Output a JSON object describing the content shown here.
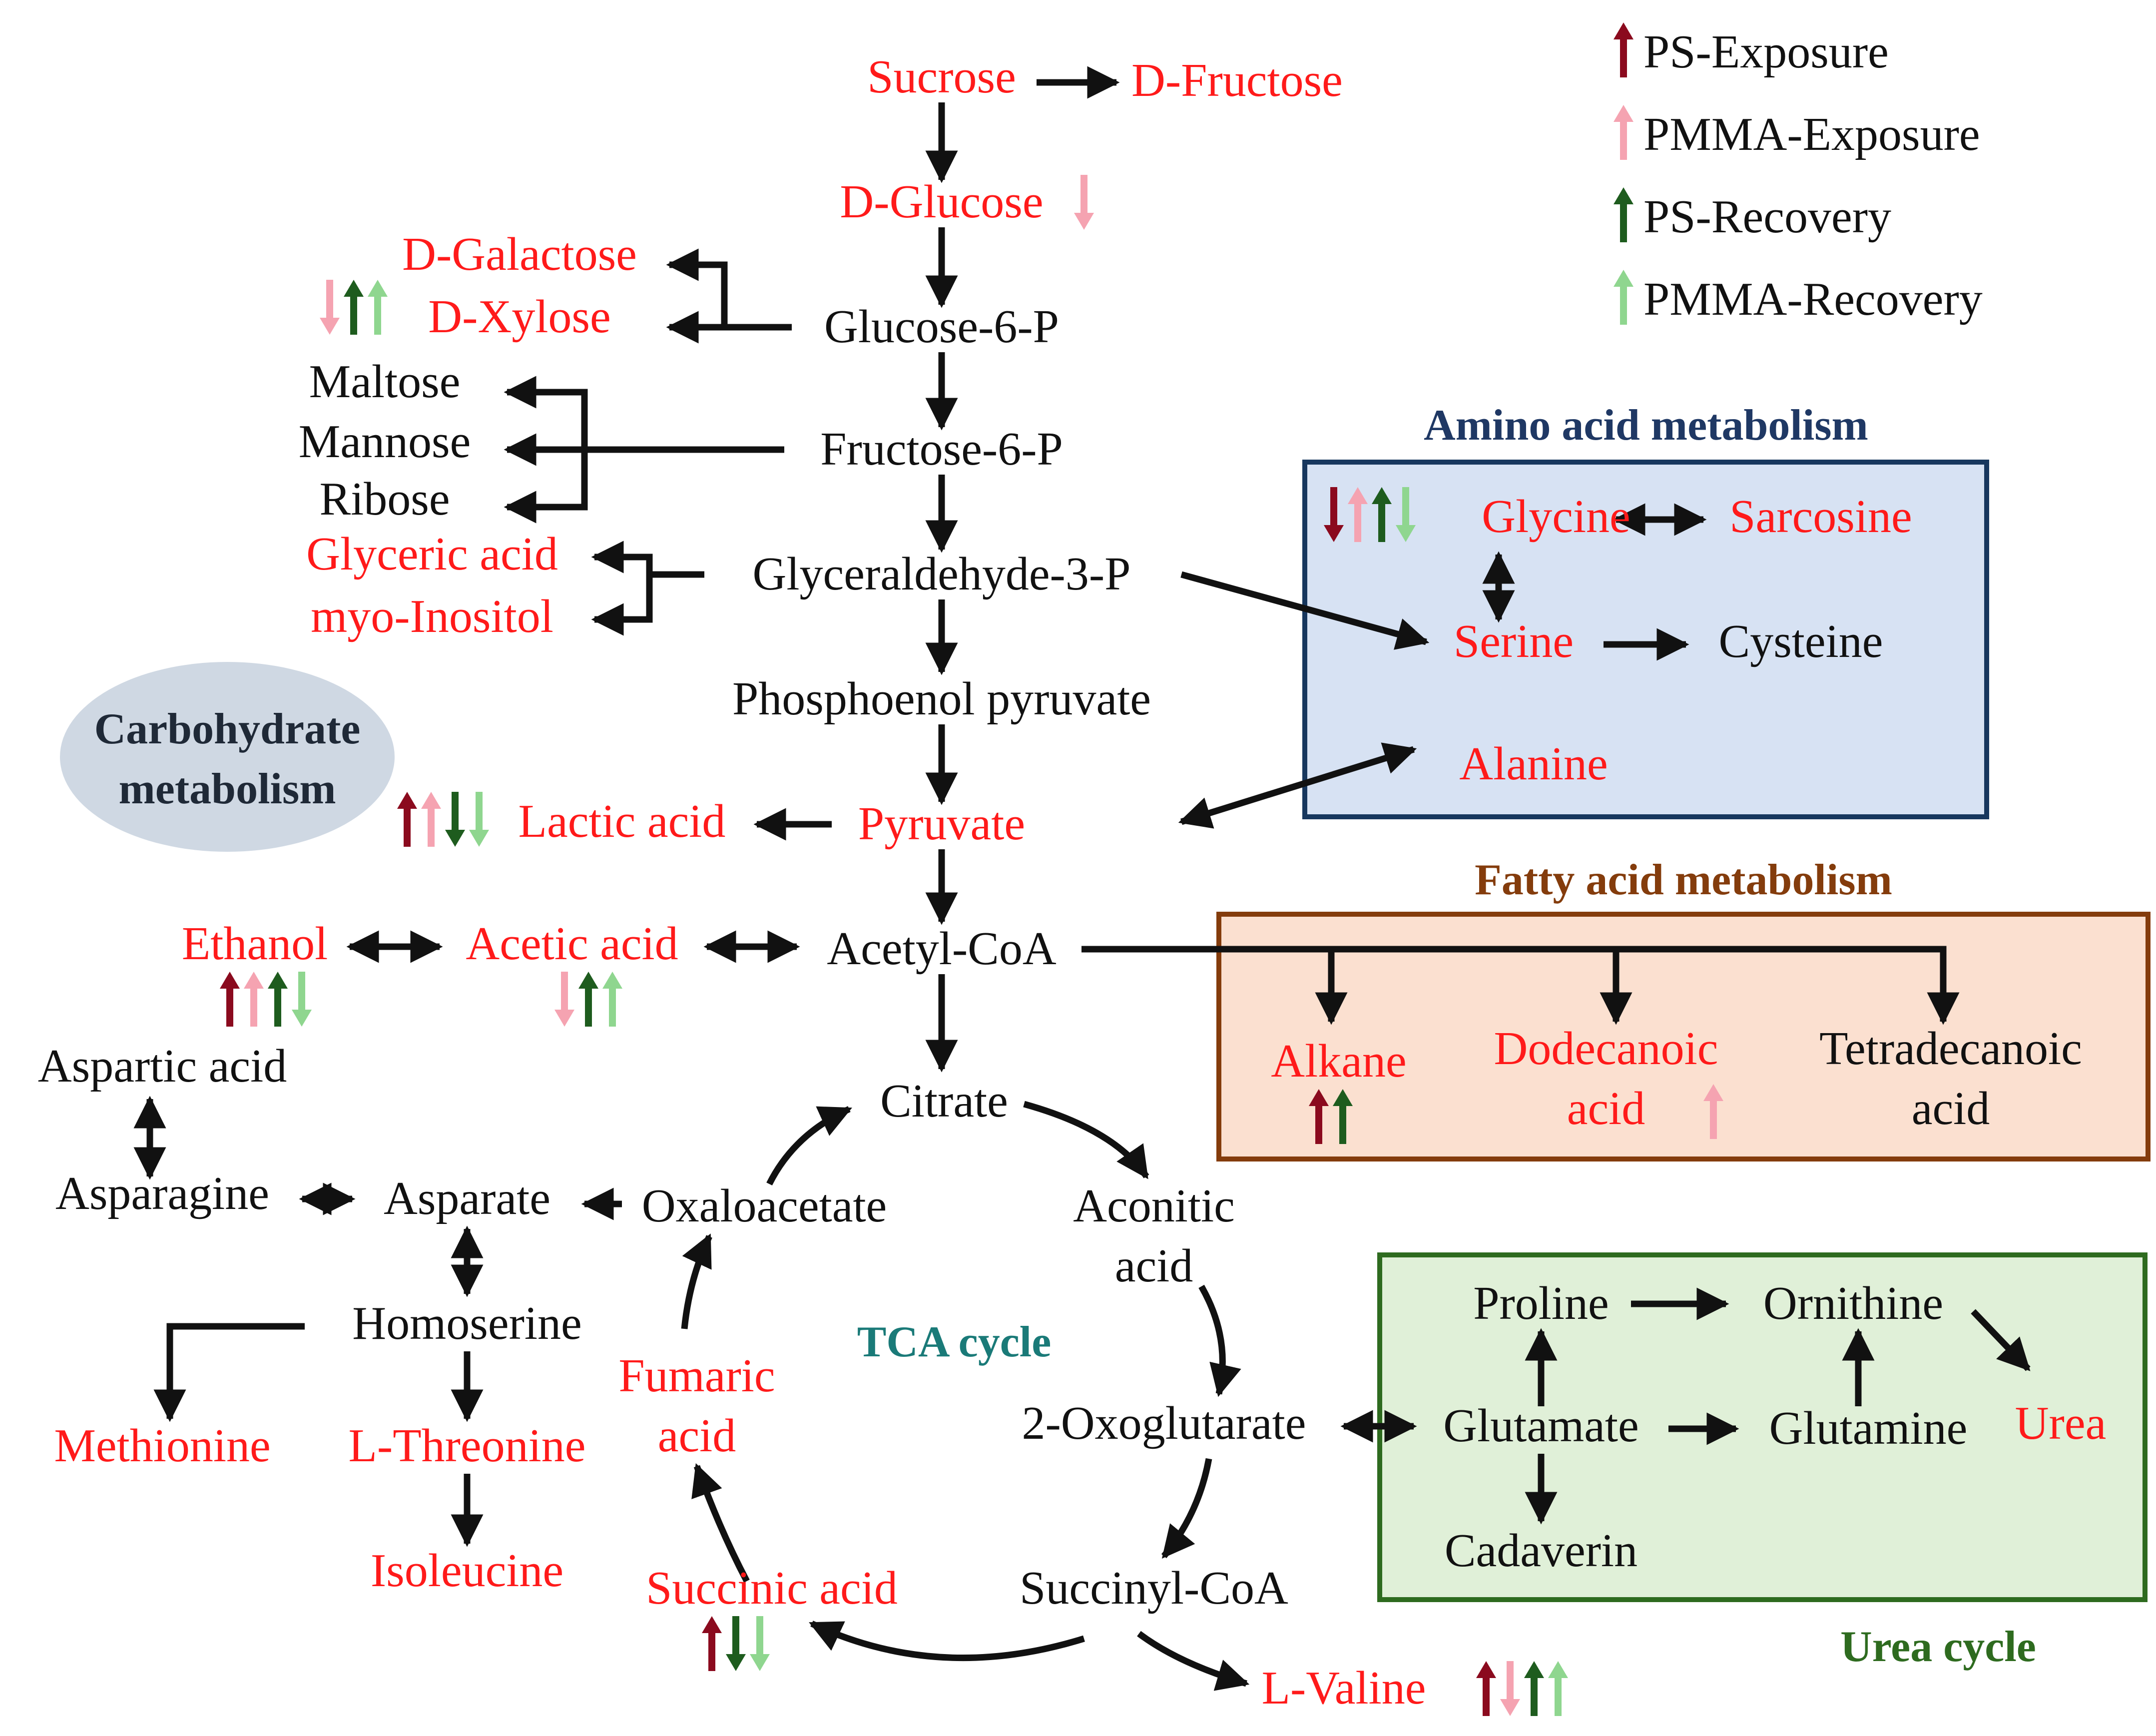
{
  "colors": {
    "ps_exposure": "#8b0a1e",
    "pmma_exposure": "#f5a3b1",
    "ps_recovery": "#1e5c1e",
    "pmma_recovery": "#8fd68f",
    "changed_text": "#ff1a1a",
    "plain_text": "#111111",
    "amino_box_fill": "#d7e2f3",
    "amino_box_border": "#17375e",
    "amino_title": "#1f3864",
    "fatty_box_fill": "#fbe0d0",
    "fatty_box_border": "#843c0c",
    "fatty_title": "#843c0c",
    "urea_box_fill": "#e0f0d8",
    "urea_box_border": "#2e6b1f",
    "urea_title": "#2e6b1f",
    "tca_title": "#1a7a78",
    "carb_ellipse_fill": "#cfd8e3",
    "carb_title": "#1f2937"
  },
  "legend": [
    {
      "key": "ps_exposure",
      "label": "PS-Exposure"
    },
    {
      "key": "pmma_exposure",
      "label": "PMMA-Exposure"
    },
    {
      "key": "ps_recovery",
      "label": "PS-Recovery"
    },
    {
      "key": "pmma_recovery",
      "label": "PMMA-Recovery"
    }
  ],
  "sections": {
    "carbohydrate": [
      "Carbohydrate",
      "metabolism"
    ],
    "amino": "Amino acid metabolism",
    "fatty": "Fatty acid metabolism",
    "tca": "TCA cycle",
    "urea": "Urea cycle"
  },
  "metabolites": {
    "sucrose": {
      "name": "Sucrose",
      "changed": true
    },
    "d_fructose": {
      "name": "D-Fructose",
      "changed": true
    },
    "d_glucose": {
      "name": "D-Glucose",
      "changed": true
    },
    "d_galactose": {
      "name": "D-Galactose",
      "changed": true
    },
    "d_xylose": {
      "name": "D-Xylose",
      "changed": true
    },
    "glucose_6_p": {
      "name": "Glucose-6-P",
      "changed": false
    },
    "maltose": {
      "name": "Maltose",
      "changed": false
    },
    "mannose": {
      "name": "Mannose",
      "changed": false
    },
    "ribose": {
      "name": "Ribose",
      "changed": false
    },
    "fructose_6_p": {
      "name": "Fructose-6-P",
      "changed": false
    },
    "glyceric_acid": {
      "name": "Glyceric acid",
      "changed": true
    },
    "myo_inositol": {
      "name": "myo-Inositol",
      "changed": true
    },
    "glyceraldehyde_3_p": {
      "name": "Glyceraldehyde-3-P",
      "changed": false
    },
    "phosphoenol_pyruvate": {
      "name": "Phosphoenol pyruvate",
      "changed": false
    },
    "lactic_acid": {
      "name": "Lactic acid",
      "changed": true
    },
    "pyruvate": {
      "name": "Pyruvate",
      "changed": true
    },
    "ethanol": {
      "name": "Ethanol",
      "changed": true
    },
    "acetic_acid": {
      "name": "Acetic acid",
      "changed": true
    },
    "acetyl_coa": {
      "name": "Acetyl-CoA",
      "changed": false
    },
    "glycine": {
      "name": "Glycine",
      "changed": true
    },
    "sarcosine": {
      "name": "Sarcosine",
      "changed": true
    },
    "serine": {
      "name": "Serine",
      "changed": true
    },
    "cysteine": {
      "name": "Cysteine",
      "changed": false
    },
    "alanine": {
      "name": "Alanine",
      "changed": true
    },
    "alkane": {
      "name": "Alkane",
      "changed": true
    },
    "dodecanoic_acid": {
      "name": [
        "Dodecanoic",
        "acid"
      ],
      "changed": true
    },
    "tetradecanoic_acid": {
      "name": [
        "Tetradecanoic",
        "acid"
      ],
      "changed": false
    },
    "aspartic_acid": {
      "name": "Aspartic acid",
      "changed": false
    },
    "asparagine": {
      "name": "Asparagine",
      "changed": false
    },
    "asparate": {
      "name": "Asparate",
      "changed": false
    },
    "oxaloacetate": {
      "name": "Oxaloacetate",
      "changed": false
    },
    "citrate": {
      "name": "Citrate",
      "changed": false
    },
    "aconitic_acid": {
      "name": [
        "Aconitic",
        "acid"
      ],
      "changed": false
    },
    "homoserine": {
      "name": "Homoserine",
      "changed": false
    },
    "methionine": {
      "name": "Methionine",
      "changed": true
    },
    "l_threonine": {
      "name": "L-Threonine",
      "changed": true
    },
    "isoleucine": {
      "name": "Isoleucine",
      "changed": true
    },
    "fumaric_acid": {
      "name": [
        "Fumaric",
        "acid"
      ],
      "changed": true
    },
    "oxoglutarate": {
      "name": "2-Oxoglutarate",
      "changed": false
    },
    "succinic_acid": {
      "name": "Succinic acid",
      "changed": true
    },
    "succinyl_coa": {
      "name": "Succinyl-CoA",
      "changed": false
    },
    "l_valine": {
      "name": "L-Valine",
      "changed": true
    },
    "proline": {
      "name": "Proline",
      "changed": false
    },
    "ornithine": {
      "name": "Ornithine",
      "changed": false
    },
    "glutamate": {
      "name": "Glutamate",
      "changed": false
    },
    "glutamine": {
      "name": "Glutamine",
      "changed": false
    },
    "urea": {
      "name": "Urea",
      "changed": true
    },
    "cadaverin": {
      "name": "Cadaverin",
      "changed": false
    }
  },
  "changes": [
    {
      "metabolite": "d_glucose",
      "arrows": [
        {
          "key": "pmma_exposure",
          "dir": "down"
        }
      ]
    },
    {
      "metabolite": "d_xylose",
      "arrows": [
        {
          "key": "pmma_exposure",
          "dir": "down"
        },
        {
          "key": "ps_recovery",
          "dir": "up"
        },
        {
          "key": "pmma_recovery",
          "dir": "up"
        }
      ]
    },
    {
      "metabolite": "glycine",
      "arrows": [
        {
          "key": "ps_exposure",
          "dir": "down"
        },
        {
          "key": "pmma_exposure",
          "dir": "up"
        },
        {
          "key": "ps_recovery",
          "dir": "up"
        },
        {
          "key": "pmma_recovery",
          "dir": "down"
        }
      ]
    },
    {
      "metabolite": "lactic_acid",
      "arrows": [
        {
          "key": "ps_exposure",
          "dir": "up"
        },
        {
          "key": "pmma_exposure",
          "dir": "up"
        },
        {
          "key": "ps_recovery",
          "dir": "down"
        },
        {
          "key": "pmma_recovery",
          "dir": "down"
        }
      ]
    },
    {
      "metabolite": "ethanol",
      "arrows": [
        {
          "key": "ps_exposure",
          "dir": "up"
        },
        {
          "key": "pmma_exposure",
          "dir": "up"
        },
        {
          "key": "ps_recovery",
          "dir": "up"
        },
        {
          "key": "pmma_recovery",
          "dir": "down"
        }
      ]
    },
    {
      "metabolite": "acetic_acid",
      "arrows": [
        {
          "key": "pmma_exposure",
          "dir": "down"
        },
        {
          "key": "ps_recovery",
          "dir": "up"
        },
        {
          "key": "pmma_recovery",
          "dir": "up"
        }
      ]
    },
    {
      "metabolite": "alkane",
      "arrows": [
        {
          "key": "ps_exposure",
          "dir": "up"
        },
        {
          "key": "ps_recovery",
          "dir": "up"
        }
      ]
    },
    {
      "metabolite": "dodecanoic_acid",
      "arrows": [
        {
          "key": "pmma_exposure",
          "dir": "up"
        }
      ]
    },
    {
      "metabolite": "succinic_acid",
      "arrows": [
        {
          "key": "ps_exposure",
          "dir": "up"
        },
        {
          "key": "ps_recovery",
          "dir": "down"
        },
        {
          "key": "pmma_recovery",
          "dir": "down"
        }
      ]
    },
    {
      "metabolite": "l_valine",
      "arrows": [
        {
          "key": "ps_exposure",
          "dir": "up"
        },
        {
          "key": "pmma_exposure",
          "dir": "down"
        },
        {
          "key": "ps_recovery",
          "dir": "up"
        },
        {
          "key": "pmma_recovery",
          "dir": "up"
        }
      ]
    }
  ]
}
